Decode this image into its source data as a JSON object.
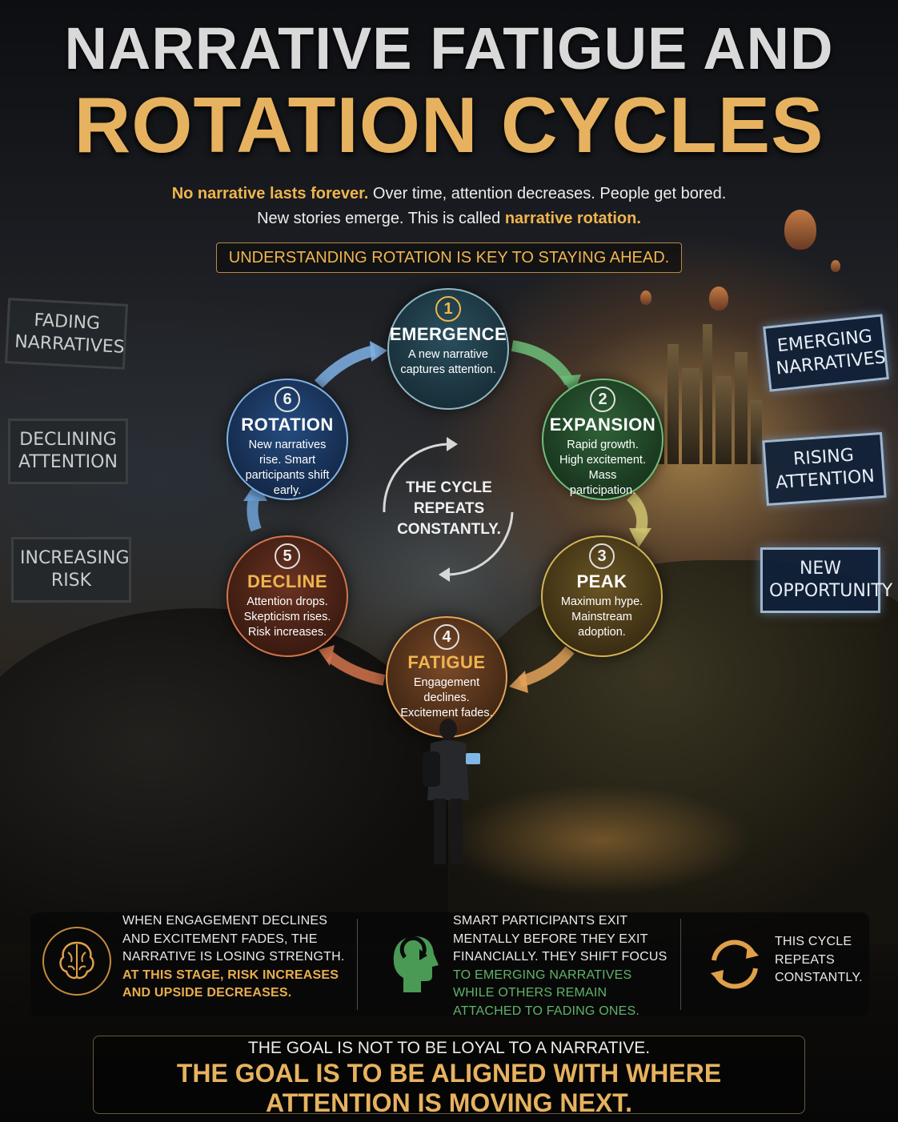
{
  "title": {
    "line1": "NARRATIVE FATIGUE AND",
    "line2": "ROTATION CYCLES"
  },
  "intro": {
    "l1_highlight": "No narrative lasts forever.",
    "l1_rest": " Over time, attention decreases. People get bored.",
    "l2_start": "New stories emerge. This is called ",
    "l2_highlight": "narrative rotation."
  },
  "key_message": "UNDERSTANDING ROTATION IS KEY TO STAYING AHEAD.",
  "left_signs": [
    "FADING NARRATIVES",
    "DECLINING ATTENTION",
    "INCREASING RISK"
  ],
  "right_signs": [
    "EMERGING NARRATIVES",
    "RISING ATTENTION",
    "NEW OPPORTUNITY"
  ],
  "stages": [
    {
      "num": "1",
      "name": "EMERGENCE",
      "desc": "A new narrative captures attention."
    },
    {
      "num": "2",
      "name": "EXPANSION",
      "desc": "Rapid growth. High excitement. Mass participation."
    },
    {
      "num": "3",
      "name": "PEAK",
      "desc": "Maximum hype. Mainstream adoption."
    },
    {
      "num": "4",
      "name": "FATIGUE",
      "desc": "Engagement declines. Excitement fades."
    },
    {
      "num": "5",
      "name": "DECLINE",
      "desc": "Attention drops. Skepticism rises. Risk increases."
    },
    {
      "num": "6",
      "name": "ROTATION",
      "desc": "New narratives rise. Smart participants shift early."
    }
  ],
  "center": "THE CYCLE REPEATS CONSTANTLY.",
  "info": {
    "col1_a": "WHEN ENGAGEMENT DECLINES AND EXCITEMENT FADES, THE NARRATIVE IS LOSING STRENGTH.",
    "col1_b": "AT THIS STAGE, RISK INCREASES AND UPSIDE DECREASES.",
    "col2_a": "SMART PARTICIPANTS EXIT MENTALLY BEFORE THEY EXIT FINANCIALLY. THEY SHIFT FOCUS",
    "col2_b": "TO EMERGING NARRATIVES WHILE OTHERS REMAIN ATTACHED TO FADING ONES.",
    "col3": "THIS CYCLE REPEATS CONSTANTLY."
  },
  "goal": {
    "line1": "THE GOAL IS NOT TO BE LOYAL TO A NARRATIVE.",
    "line2": "THE GOAL IS TO BE ALIGNED WITH WHERE",
    "line3": "ATTENTION IS MOVING NEXT."
  },
  "colors": {
    "gold": "#f0b54e",
    "emergence": "#1f3b47",
    "expansion": "#22472c",
    "peak": "#4a3c18",
    "fatigue": "#5a3520",
    "decline": "#4a2418",
    "rotation": "#1b3760"
  },
  "icons": [
    "brain-icon",
    "head-arrow-icon",
    "cycle-arrows-icon"
  ]
}
